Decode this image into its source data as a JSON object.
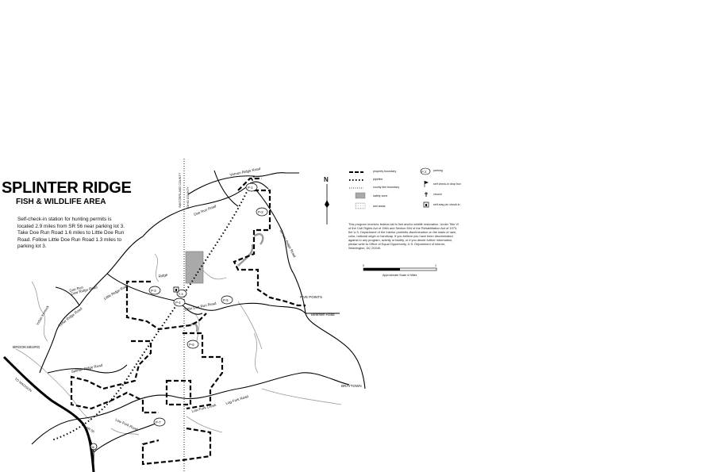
{
  "title": "SPLINTER RIDGE",
  "subtitle": "FISH & WILDLIFE AREA",
  "intro_text": "Self-check-in station for hunting permits is located 2.9 miles from SR 56 near parking lot 3. Take Doe Run Road 1.6 miles to Little Doe Run Road. Follow Little Doe Run Road 1.3 miles to parking lot 3.",
  "legend": {
    "items": [
      {
        "id": "property",
        "label": "property boundary"
      },
      {
        "id": "pipeline",
        "label": "pipeline"
      },
      {
        "id": "county",
        "label": "county line boundary"
      },
      {
        "id": "safety",
        "label": "safety zone"
      },
      {
        "id": "wetland",
        "label": "wet areas"
      },
      {
        "id": "parking",
        "label": "parking",
        "symbol": "P-3"
      },
      {
        "id": "checkin",
        "label": "self check-in drop box"
      },
      {
        "id": "church",
        "label": "church"
      },
      {
        "id": "selfstation",
        "label": "self-stay pin check-in"
      }
    ],
    "north": "N"
  },
  "notice_text": "This program receives federal aid in fish and/or wildlife restoration. Under Title VI of the Civil Rights Act of 1964 and Section 504 of the Rehabilitation Act of 1973, the U.S. Department of the Interior prohibits discrimination on the basis of race, color, national origin or handicap. If you believe you have been discriminated against in any program, activity or facility, or if you desire further information, please write to Office of Equal Opportunity, U.S. Department of Interior, Washington, DC 20240.",
  "scale": {
    "start": "0",
    "end": "1",
    "label": "Approximate Scale in Miles"
  },
  "county_labels": {
    "west": "SWITZERLAND COUNTY",
    "east": "OHIO COUNTY"
  },
  "roads": {
    "vernon_ridge": "Vernon Ridge Road",
    "vernon_ridge2": "Vernon Ridge Road",
    "doe_run": "Doe Run Road",
    "little_doe_run": "Little Doe Run Road",
    "dow_ridge": "Dow Ridge Road",
    "little_ridge": "Little Ridge Road",
    "ridge": "Ridge",
    "doe_run2": "Doe Run",
    "kellar": "Kellar Ridge Road",
    "splinter": "Splinter Ridge Road",
    "bearskin": "Bearskin Road",
    "laughery": "Laughery Creek",
    "indian_kentuck": "Indian Kentuck",
    "log_fork": "Log Fork Road",
    "low_fork_creek": "Low Fork Creek",
    "low_fork_road": "Low Fork Road",
    "sr56": "SR 56",
    "to_madison": "TO MADISON"
  },
  "places": {
    "brooksburg": "BROOKSBURG",
    "five_points": "FIVE POINTS",
    "braytown": "BRAYTOWN"
  },
  "parking_lots": [
    {
      "id": "P-1",
      "label": "P-1",
      "x": 0,
      "y": 0
    },
    {
      "id": "P-2",
      "label": "P-2"
    },
    {
      "id": "P-3",
      "label": "P-3"
    },
    {
      "id": "P-4",
      "label": "P-4"
    },
    {
      "id": "P-5",
      "label": "P-5"
    },
    {
      "id": "P-6",
      "label": "P-6"
    },
    {
      "id": "P-7",
      "label": "P-7"
    },
    {
      "id": "P-8",
      "label": "P-8"
    }
  ],
  "route_shield": "56"
}
